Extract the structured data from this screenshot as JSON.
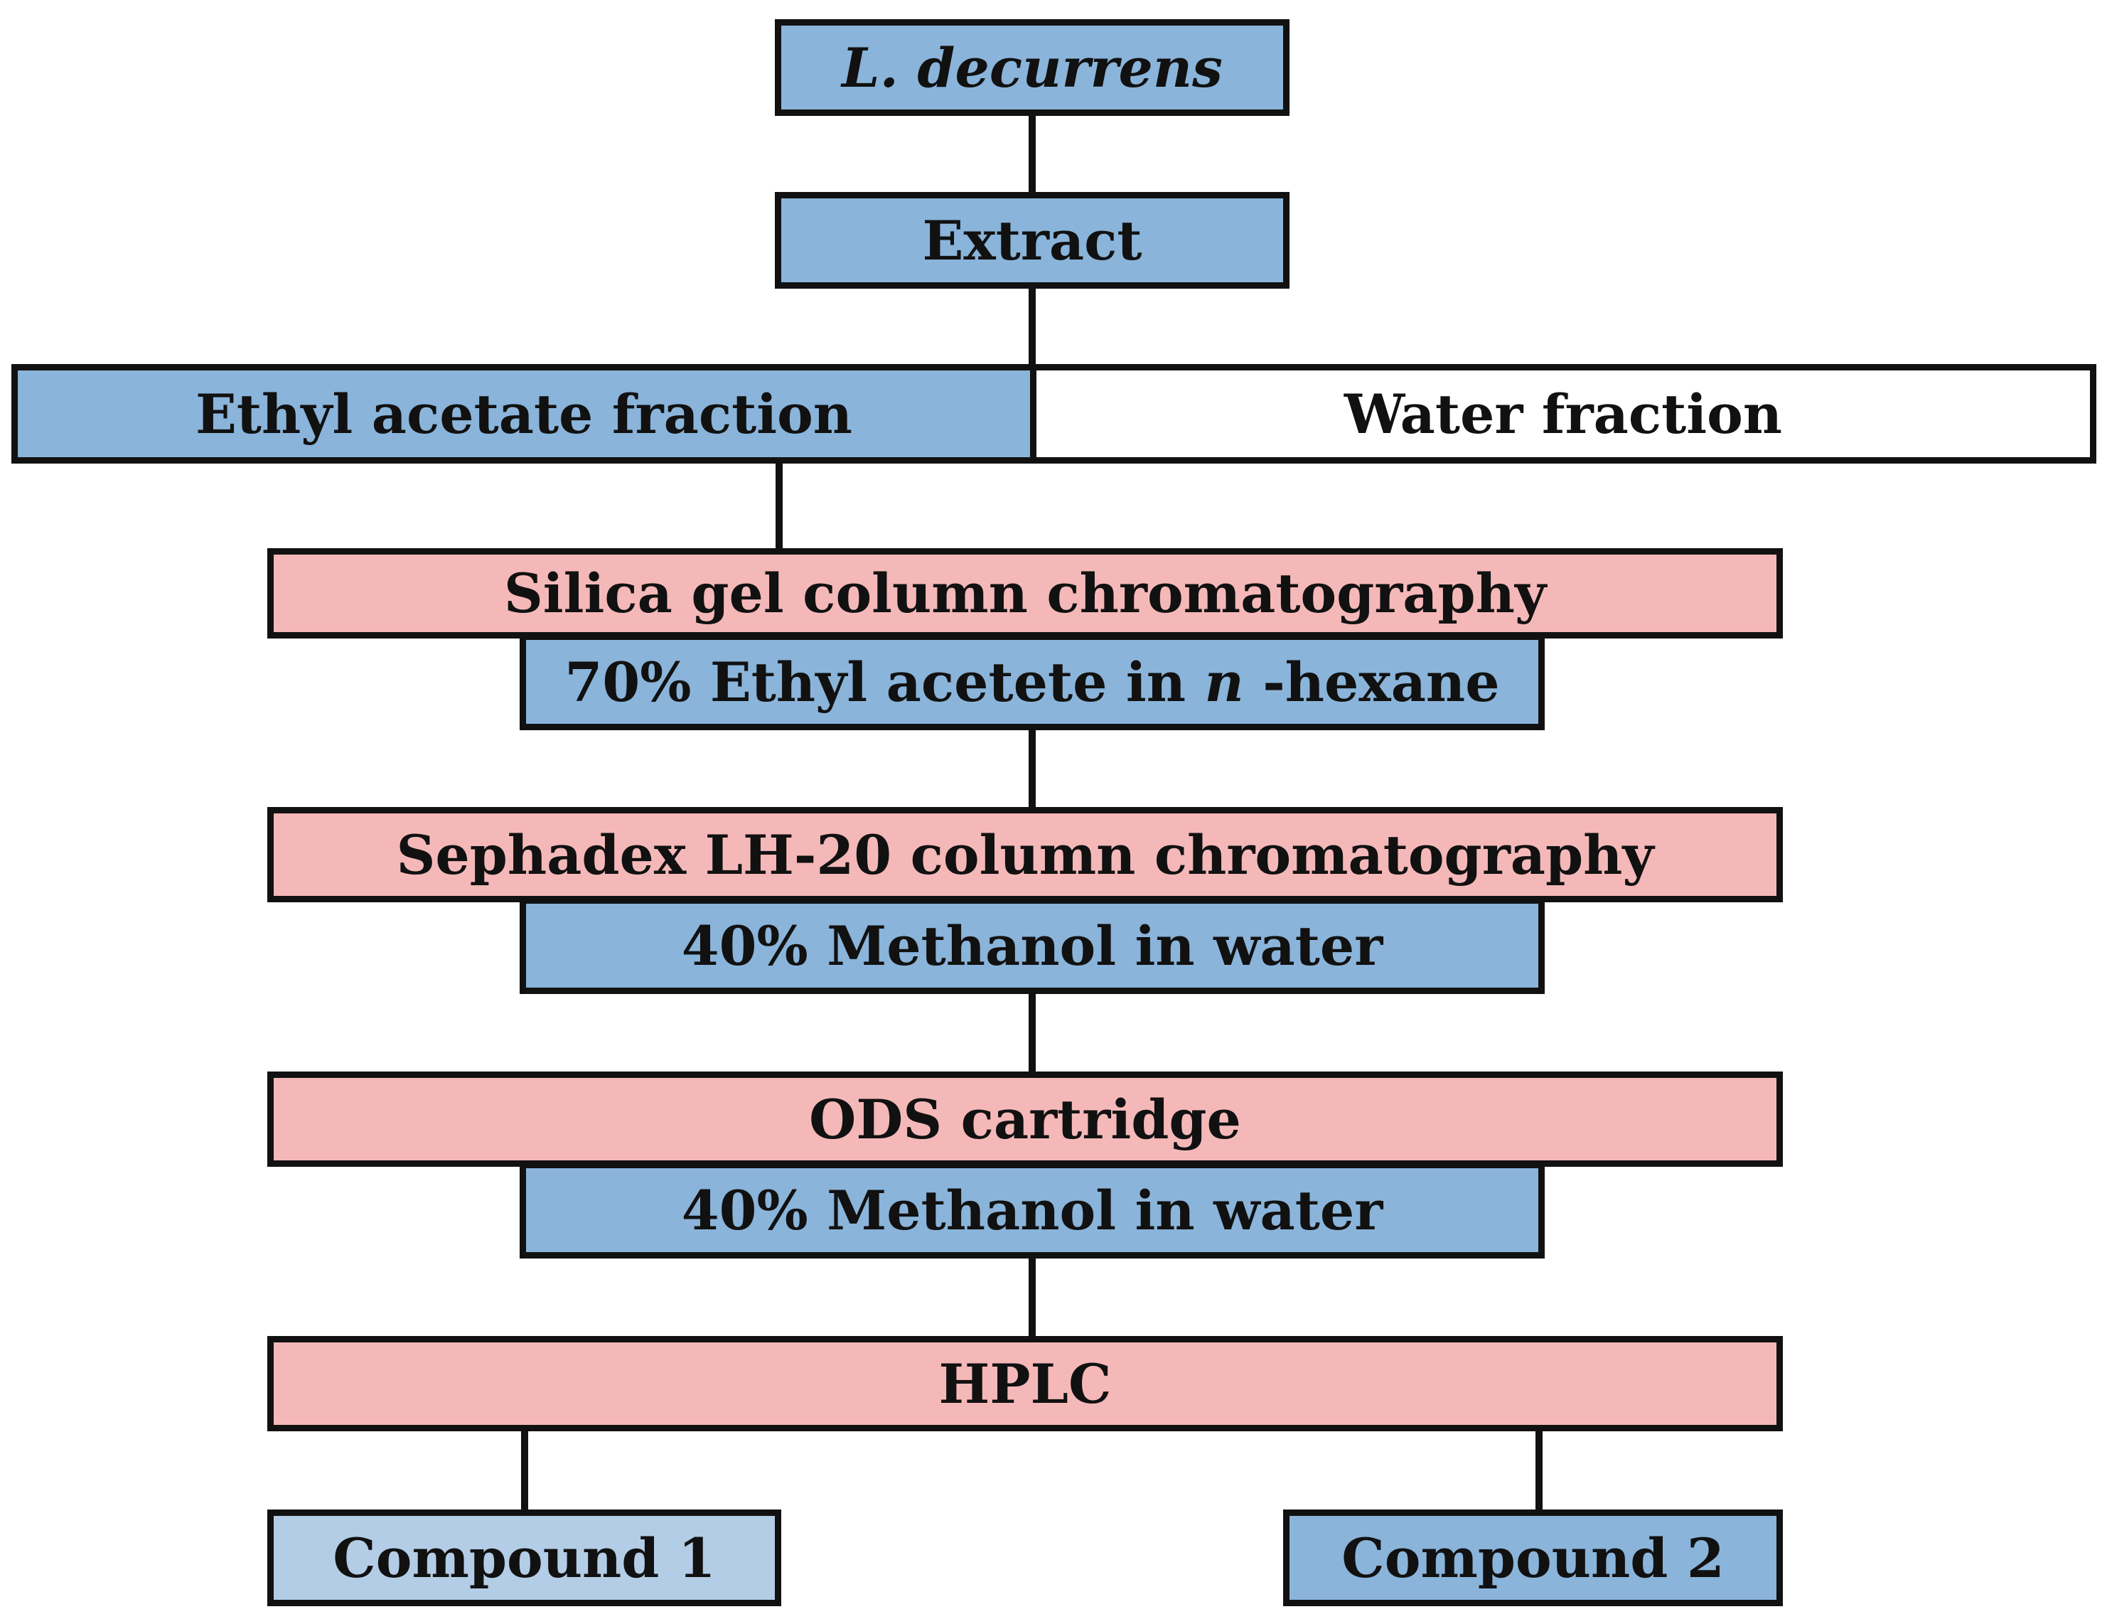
{
  "colors": {
    "plant": "#8ab4da",
    "fraction": "#8ab4da",
    "method": "#f5b8b8",
    "eluent": "#8ab4da",
    "water": "#ffffff",
    "compound1": "#b4cde6",
    "compound2": "#8ab4da",
    "line": "#111111"
  },
  "nodes": {
    "plant": "L. decurrens",
    "extract": "Extract",
    "ethyl_acetate_fraction": "Ethyl acetate fraction",
    "water_fraction": "Water fraction",
    "silica": "Silica gel column chromatography",
    "silica_eluent": {
      "before": "70% Ethyl acetete in ",
      "italic": "n",
      "after": " -hexane"
    },
    "sephadex": "Sephadex LH-20 column chromatography",
    "sephadex_eluent": "40% Methanol in water",
    "ods": "ODS cartridge",
    "ods_eluent": "40% Methanol in water",
    "hplc": "HPLC",
    "compound1": "Compound 1",
    "compound2": "Compound 2"
  }
}
